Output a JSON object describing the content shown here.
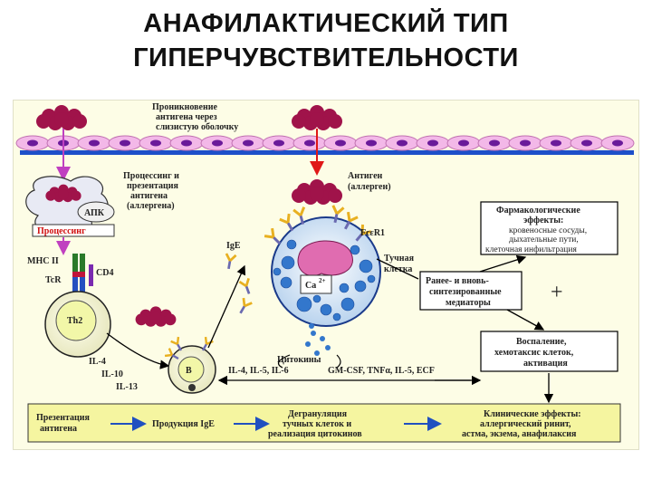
{
  "title": {
    "line1": "АНАФИЛАКТИЧЕСКИЙ ТИП",
    "line2": "ГИПЕРЧУВСТВИТЕЛЬНОСТИ"
  },
  "labels": {
    "penetration": [
      "Проникновение",
      "антигена через",
      "слизистую оболочку"
    ],
    "processing_presentation": [
      "Процессинг и",
      "презентация",
      "антигена",
      "(аллергена)"
    ],
    "apk": "АПК",
    "processing": "Процессинг",
    "mhc": "MHC II",
    "tcr": "TcR",
    "cd4": "CD4",
    "th2": "Th2",
    "il_list": [
      "IL-4",
      "IL-10",
      "IL-13"
    ],
    "b_cell": "B",
    "ige": "IgE",
    "antigen_allergen": [
      "Антиген",
      "(аллерген)"
    ],
    "fcer1": "FcεR1",
    "mast_cell": [
      "Тучная",
      "клетка"
    ],
    "ca": "Ca",
    "ca_sup": "2+",
    "cytokines": "Цитокины",
    "il_b": "IL-4, IL-5, IL-6",
    "gm_csf": "GM-CSF, TNFα, IL-5, ECF"
  },
  "boxes": {
    "pharm": [
      "Фармакологические",
      "эффекты:",
      "кровеносные сосуды,",
      "дыхательные пути,",
      "клеточная инфильтрация"
    ],
    "mediators": [
      "Ранее- и вновь-",
      "синтезированные",
      "медиаторы"
    ],
    "plus": "+",
    "inflammation": [
      "Воспаление,",
      "хемотаксис клеток,",
      "активация"
    ]
  },
  "bottom": {
    "step1": [
      "Презентация",
      "антигена"
    ],
    "step2": "Продукция IgE",
    "step3": [
      "Дегрануляция",
      "тучных клеток и",
      "реализация цитокинов"
    ],
    "step4": [
      "Клинические эффекты:",
      "аллергический ринит,",
      "астма, экзема, анафилаксия"
    ]
  },
  "colors": {
    "epithelium_cell": "#f3b8e8",
    "epithelium_nucleus": "#6a1a9a",
    "membrane": "#1d4fc9",
    "antigen": "#a0134a",
    "mast_cell_fill": "#d8e8f8",
    "granule": "#3377cc",
    "processing_text": "#d01010",
    "panel_bg": "#fdfde6"
  }
}
